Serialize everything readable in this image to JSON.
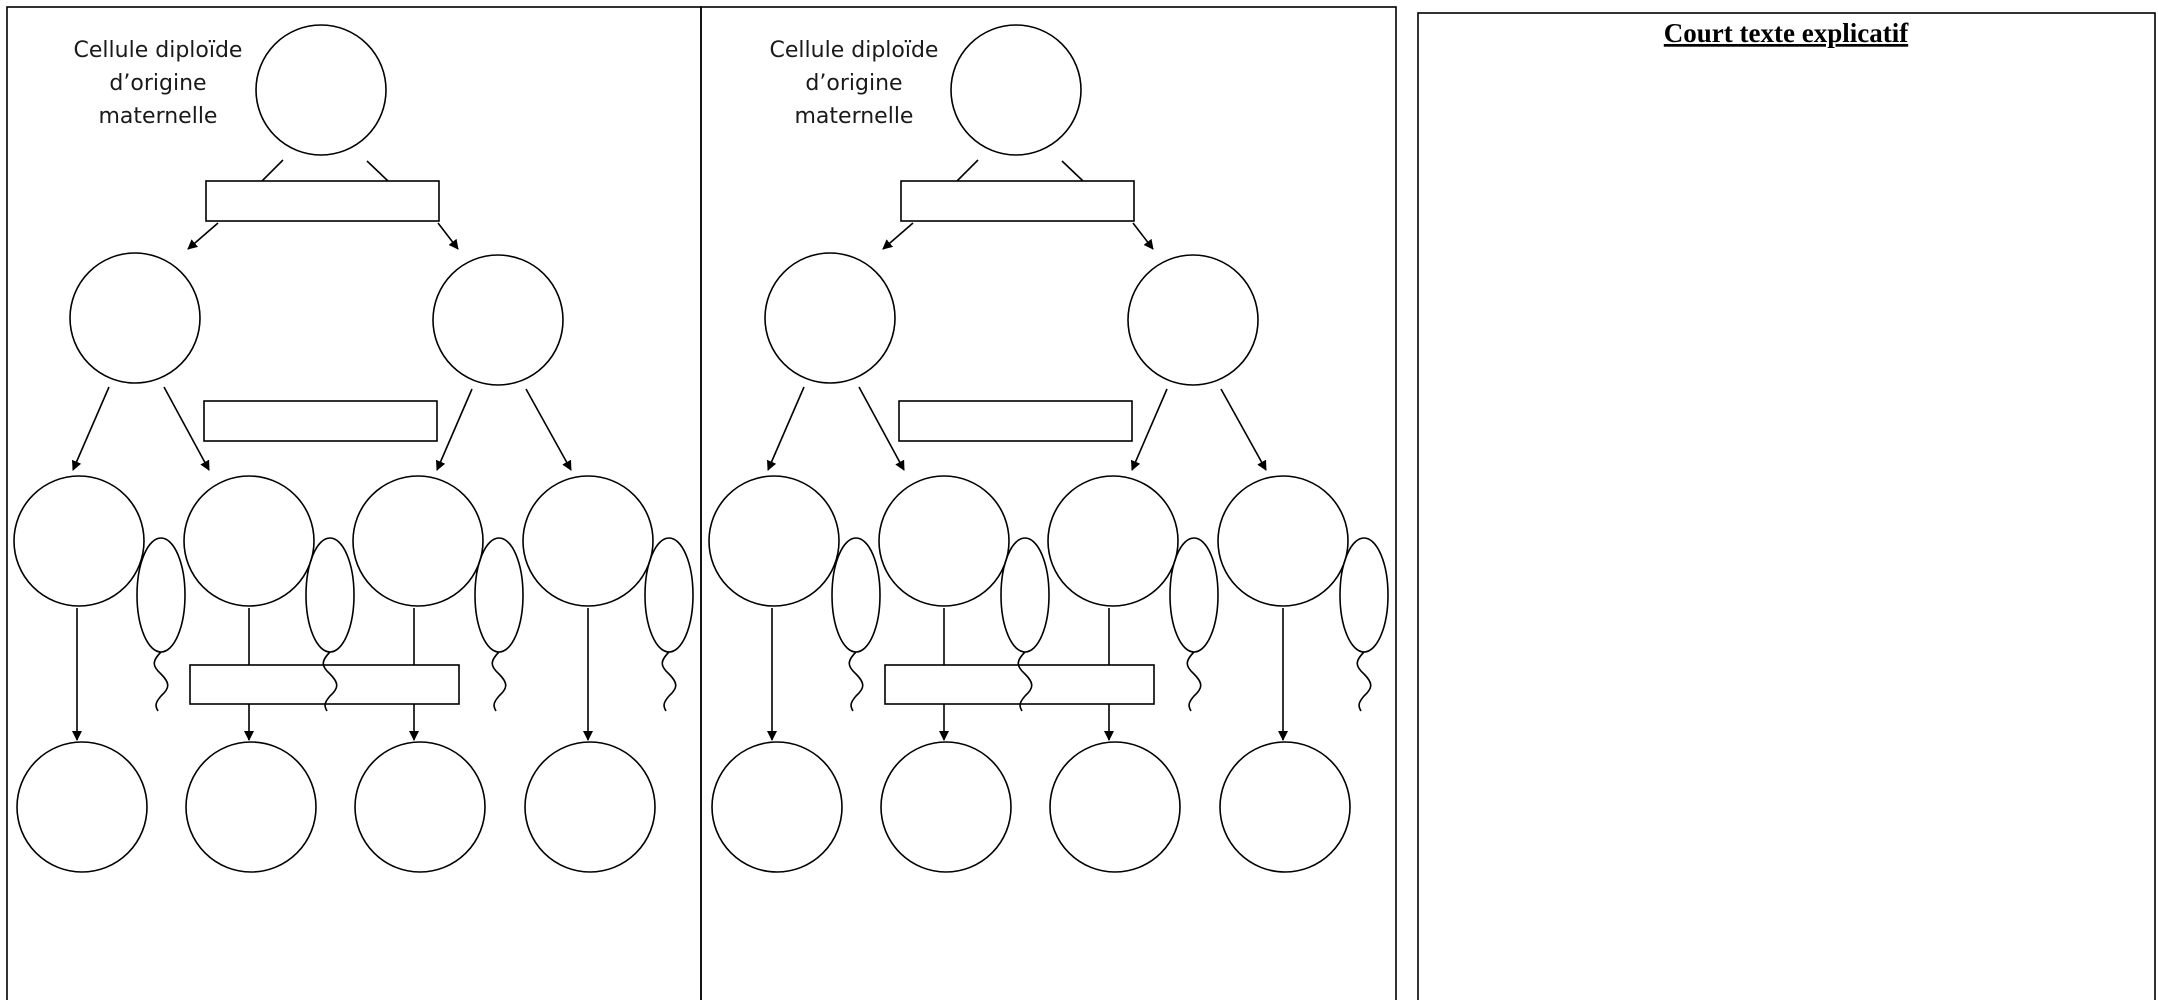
{
  "panels": [
    {
      "label_lines": [
        "Cellule diploïde",
        "d’origine",
        "maternelle"
      ]
    },
    {
      "label_lines": [
        "Cellule diploïde",
        "d’origine",
        "maternelle"
      ]
    }
  ],
  "explanation_box": {
    "title": "Court texte explicatif"
  }
}
